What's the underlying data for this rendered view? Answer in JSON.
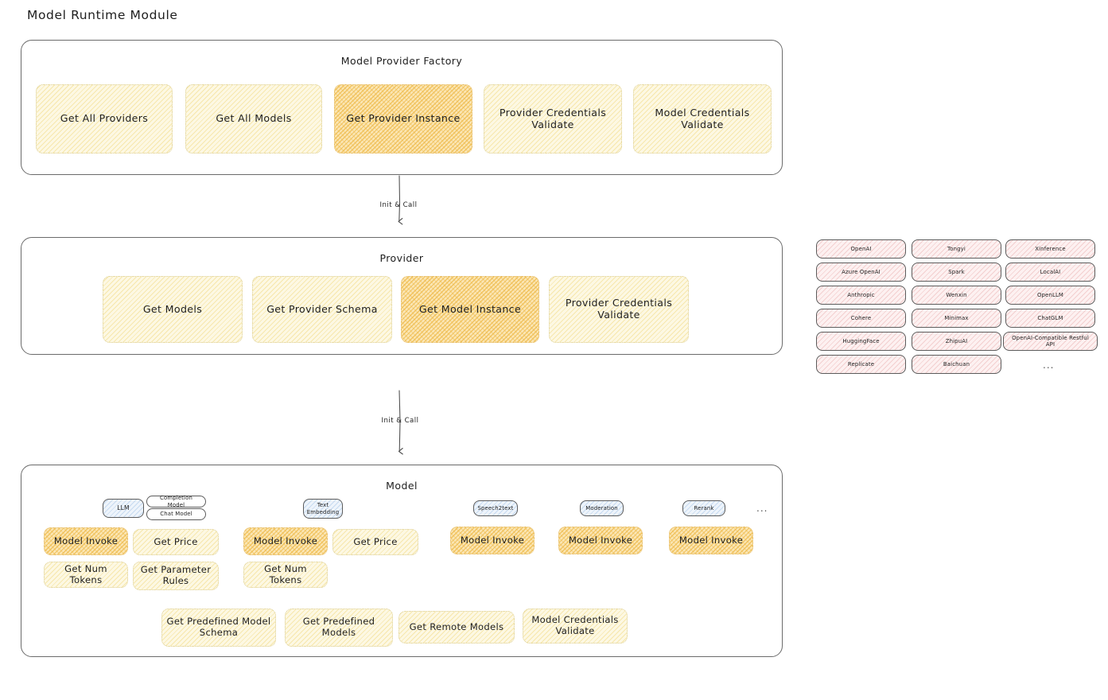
{
  "page": {
    "title": "Model Runtime Module"
  },
  "factory": {
    "title": "Model Provider Factory",
    "boxes": [
      {
        "label": "Get All Providers",
        "highlight": false
      },
      {
        "label": "Get All Models",
        "highlight": false
      },
      {
        "label": "Get Provider Instance",
        "highlight": true
      },
      {
        "label": "Provider Credentials Validate",
        "highlight": false
      },
      {
        "label": "Model Credentials Validate",
        "highlight": false
      }
    ]
  },
  "arrows": [
    {
      "label": "Init & Call"
    },
    {
      "label": "Init & Call"
    }
  ],
  "provider": {
    "title": "Provider",
    "boxes": [
      {
        "label": "Get Models",
        "highlight": false
      },
      {
        "label": "Get Provider Schema",
        "highlight": false
      },
      {
        "label": "Get Model Instance",
        "highlight": true
      },
      {
        "label": "Provider Credentials Validate",
        "highlight": false
      }
    ]
  },
  "provider_list": {
    "ellipsis": "...",
    "columns": [
      [
        "OpenAI",
        "Azure OpenAI",
        "Anthropic",
        "Cohere",
        "HuggingFace",
        "Replicate"
      ],
      [
        "Tongyi",
        "Spark",
        "Wenxin",
        "Minimax",
        "ZhipuAI",
        "Baichuan"
      ],
      [
        "Xinference",
        "LocalAI",
        "OpenLLM",
        "ChatGLM",
        "OpenAI-Compatible Restful API"
      ]
    ]
  },
  "model": {
    "title": "Model",
    "ellipsis": "...",
    "types": [
      {
        "badge": "LLM",
        "tags": [
          "Completion Model",
          "Chat Model"
        ],
        "methods_row1": [
          {
            "label": "Model Invoke",
            "highlight": true
          },
          {
            "label": "Get Price",
            "highlight": false
          }
        ],
        "methods_row2": [
          {
            "label": "Get Num Tokens",
            "highlight": false
          },
          {
            "label": "Get Parameter Rules",
            "highlight": false
          }
        ]
      },
      {
        "badge": "Text Embedding",
        "tags": [],
        "methods_row1": [
          {
            "label": "Model Invoke",
            "highlight": true
          },
          {
            "label": "Get Price",
            "highlight": false
          }
        ],
        "methods_row2": [
          {
            "label": "Get Num Tokens",
            "highlight": false
          }
        ]
      },
      {
        "badge": "Speech2text",
        "tags": [],
        "methods_row1": [
          {
            "label": "Model Invoke",
            "highlight": true
          }
        ],
        "methods_row2": []
      },
      {
        "badge": "Moderation",
        "tags": [],
        "methods_row1": [
          {
            "label": "Model Invoke",
            "highlight": true
          }
        ],
        "methods_row2": []
      },
      {
        "badge": "Rerank",
        "tags": [],
        "methods_row1": [
          {
            "label": "Model Invoke",
            "highlight": true
          }
        ],
        "methods_row2": []
      }
    ],
    "common_methods": [
      "Get Predefined Model Schema",
      "Get Predefined Models",
      "Get Remote Models",
      "Model Credentials Validate"
    ]
  },
  "colors": {
    "pale_fill": "#fdf8e3",
    "amber_fill": "#fbe6b4",
    "pink_fill": "#fdf1f1",
    "blue_fill": "#eef4fb",
    "stroke": "#1e1e1e"
  }
}
